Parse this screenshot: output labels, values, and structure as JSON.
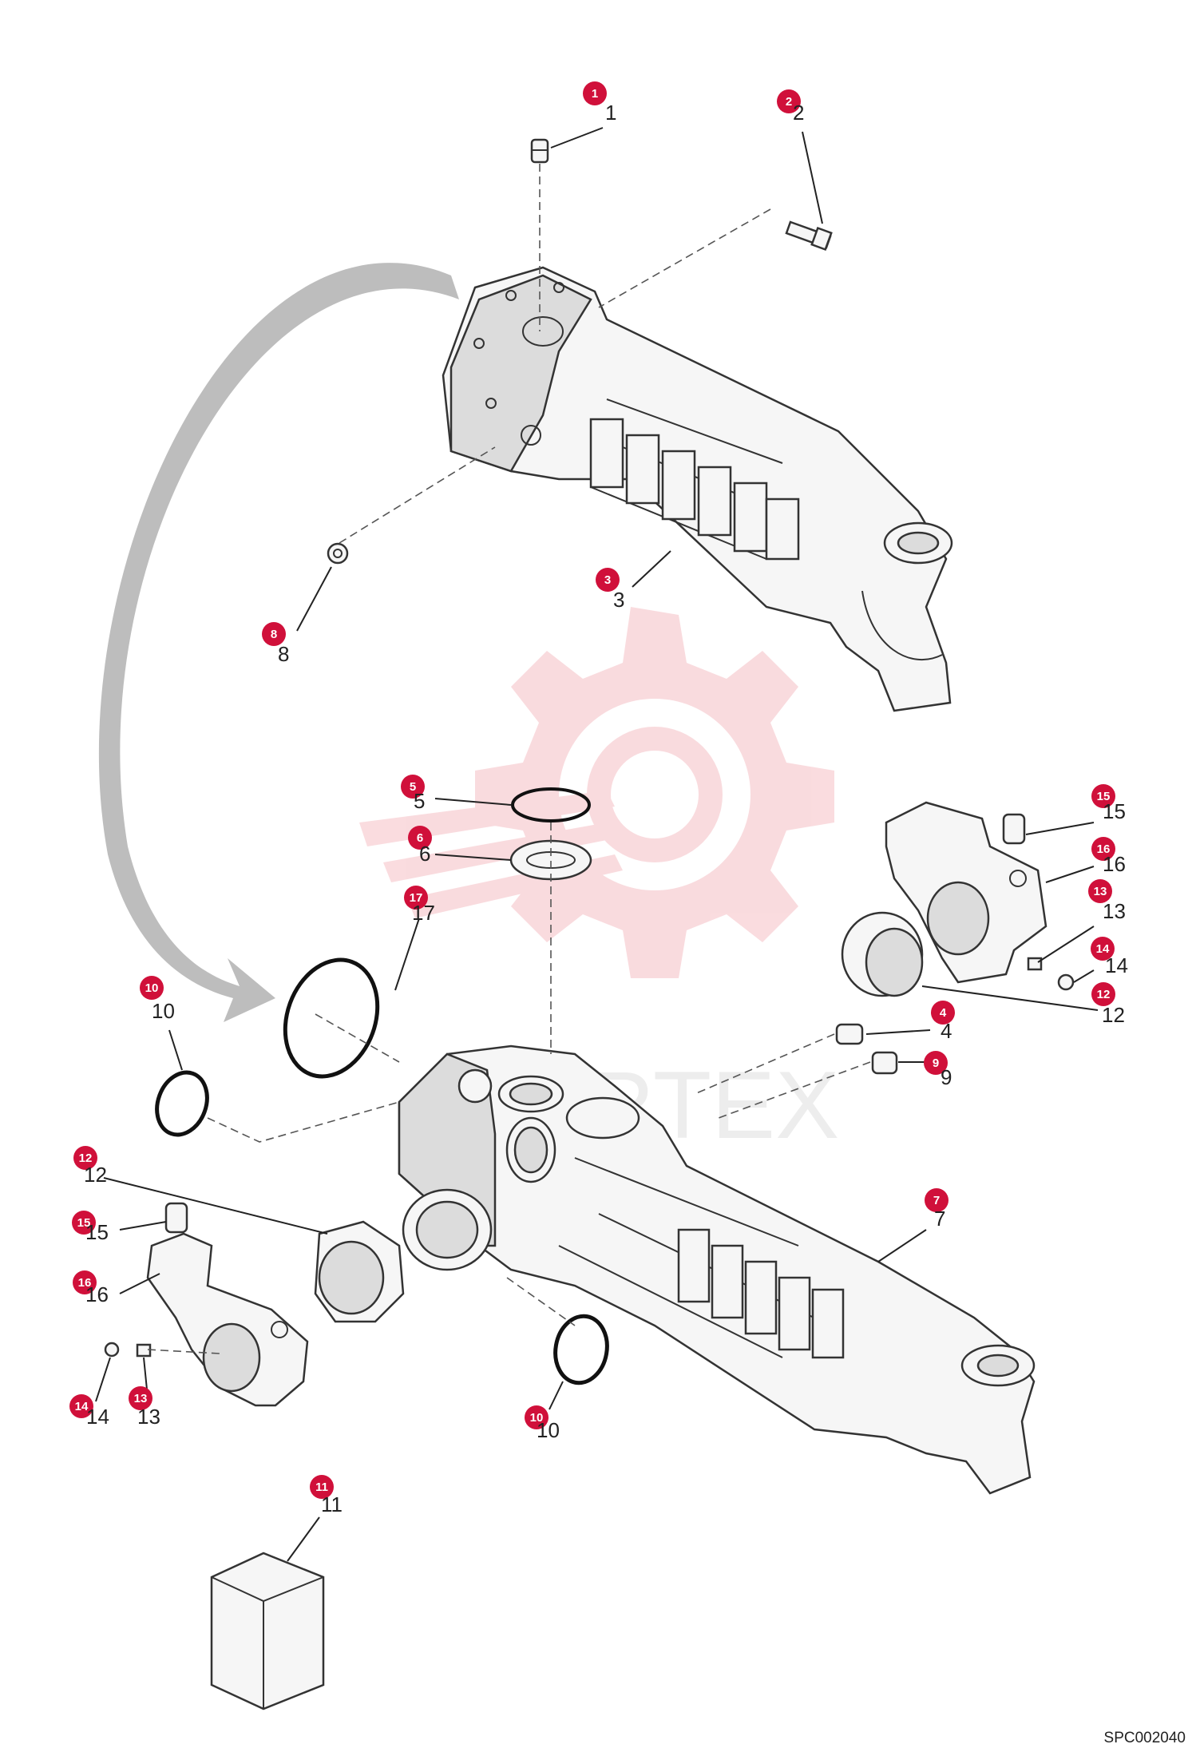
{
  "diagram": {
    "reference_code": "SPC002040",
    "watermark_text": "VORTEX",
    "badge_color": "#d0103a",
    "watermark_color": "#f2a0a8",
    "callouts": [
      {
        "id": "c1",
        "number": "1"
      },
      {
        "id": "c2",
        "number": "2"
      },
      {
        "id": "c3",
        "number": "3"
      },
      {
        "id": "c8",
        "number": "8"
      },
      {
        "id": "c5",
        "number": "5"
      },
      {
        "id": "c6",
        "number": "6"
      },
      {
        "id": "c17",
        "number": "17"
      },
      {
        "id": "c15a",
        "number": "15"
      },
      {
        "id": "c16a",
        "number": "16"
      },
      {
        "id": "c13a",
        "number": "13"
      },
      {
        "id": "c14a",
        "number": "14"
      },
      {
        "id": "c12a",
        "number": "12"
      },
      {
        "id": "c4",
        "number": "4"
      },
      {
        "id": "c9",
        "number": "9"
      },
      {
        "id": "c10a",
        "number": "10"
      },
      {
        "id": "c12b",
        "number": "12"
      },
      {
        "id": "c15b",
        "number": "15"
      },
      {
        "id": "c16b",
        "number": "16"
      },
      {
        "id": "c14b",
        "number": "14"
      },
      {
        "id": "c13b",
        "number": "13"
      },
      {
        "id": "c7",
        "number": "7"
      },
      {
        "id": "c10b",
        "number": "10"
      },
      {
        "id": "c11",
        "number": "11"
      }
    ]
  }
}
